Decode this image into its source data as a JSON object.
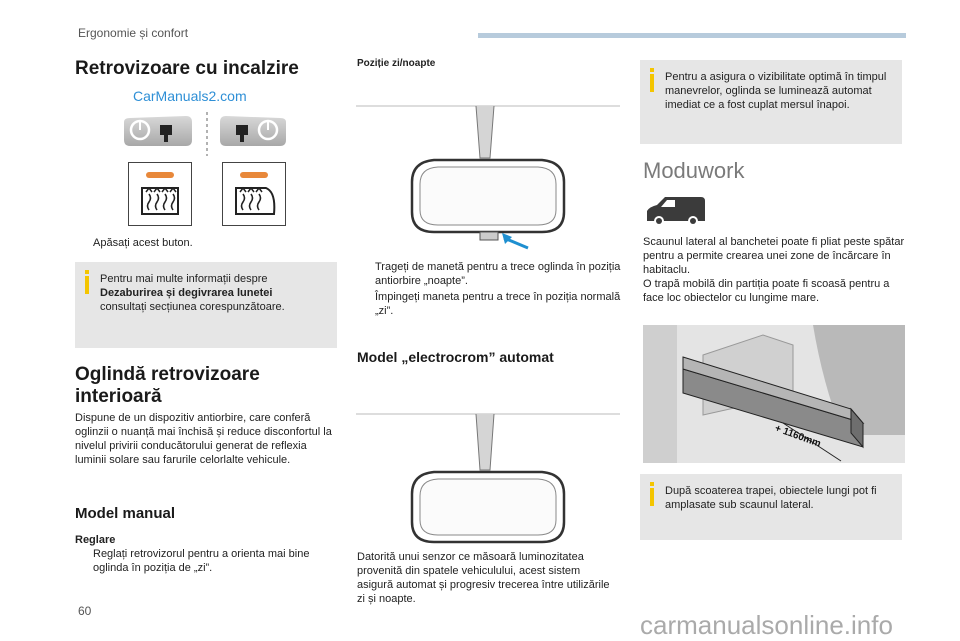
{
  "header": {
    "section": "Ergonomie și confort"
  },
  "page_number": "60",
  "watermark_top": "CarManuals2.com",
  "watermark_bottom": "carmanualsonline.info",
  "col1": {
    "title": "Retrovizoare cu incalzire",
    "bullet1": "Apăsați acest buton.",
    "info_line1": "Pentru mai multe informații despre",
    "info_bold": "Dezaburirea și degivrarea lunetei",
    "info_line3": "consultați secțiunea corespunzătoare.",
    "section_title": "Oglindă retrovizoare interioară",
    "section_text": "Dispune de un dispozitiv antiorbire, care conferă oglinzii o nuanță mai închisă și reduce disconfortul la nivelul privirii conducătorului generat de reflexia luminii solare sau farurile celorlalte vehicule.",
    "manual_title": "Model manual",
    "reglare_label": "Reglare",
    "reglare_bullet": "Reglați retrovizorul pentru a orienta mai bine oglinda în poziția de „zi”."
  },
  "col2": {
    "pos_label": "Poziție zi/noapte",
    "bullet1": "Trageți de manetă pentru a trece oglinda în poziția antiorbire „noapte”.",
    "bullet2": "Împingeți maneta pentru a trece în poziția normală „zi”.",
    "auto_title": "Model „electrocrom” automat",
    "auto_text": "Datorită unui senzor ce măsoară luminozitatea provenită din spatele vehiculului, acest sistem asigură automat și progresiv trecerea între utilizările zi și noapte."
  },
  "col3": {
    "info_top": "Pentru a asigura o vizibilitate optimă în timpul manevrelor, oglinda se luminează automat imediat ce a fost cuplat mersul înapoi.",
    "moduwork_title": "Moduwork",
    "moduwork_text1": "Scaunul lateral al banchetei poate fi pliat peste spătar pentru a permite crearea unei zone de încărcare în habitaclu.",
    "moduwork_text2": "O trapă mobilă din partiția poate fi scoasă pentru a face loc obiectelor cu lungime mare.",
    "dimension_label": "+ 1160mm",
    "info_bottom": "După scoaterea trapei, obiectele lungi pot fi amplasate sub scaunul lateral."
  },
  "bullet_marker": "",
  "colors": {
    "accent_bar": "#b7cbdc",
    "info_bg": "#e6e6e6",
    "info_marker": "#f4c500",
    "button_led": "#e8883a",
    "arrow": "#1e8fd0"
  }
}
